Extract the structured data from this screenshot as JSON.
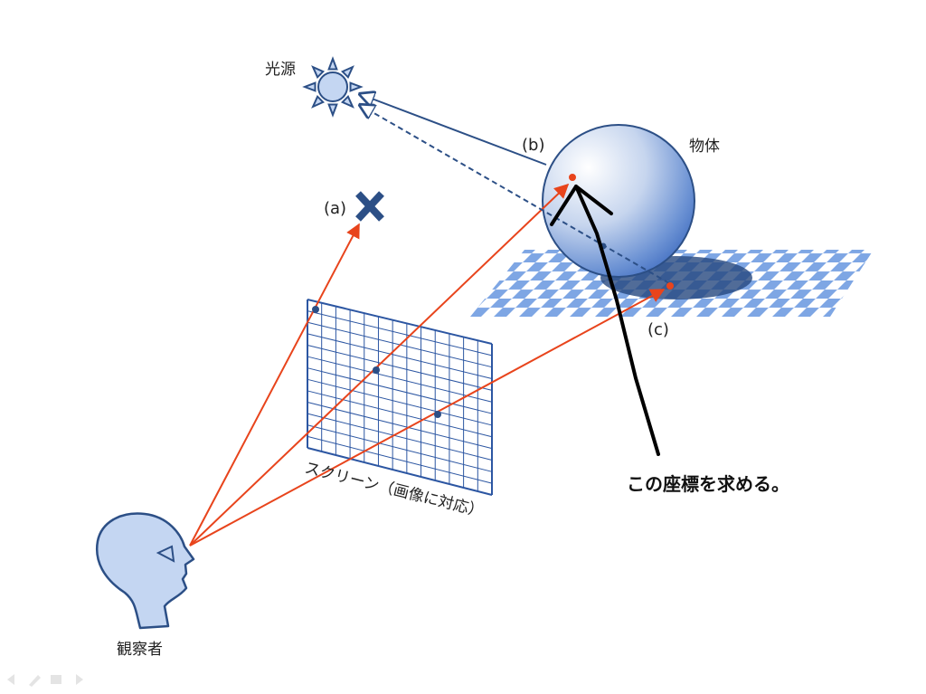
{
  "labels": {
    "light_source": "光源",
    "object": "物体",
    "observer": "観察者",
    "marker_a": "(a)",
    "marker_b": "(b)",
    "marker_c": "(c)",
    "screen_caption": "スクリーン（画像に対応）",
    "annotation": "この座標を求める。"
  },
  "colors": {
    "ray": "#e8441c",
    "dark_blue": "#2c4f86",
    "light_blue": "#c4d6f2",
    "checker": "#7ea6e4",
    "shadow": "#26477e",
    "grid_line": "#2c56a2",
    "annotation_arrow": "#000000"
  },
  "nav_icons": [
    "prev-slide-icon",
    "pen-icon",
    "menu-icon",
    "next-slide-icon"
  ]
}
